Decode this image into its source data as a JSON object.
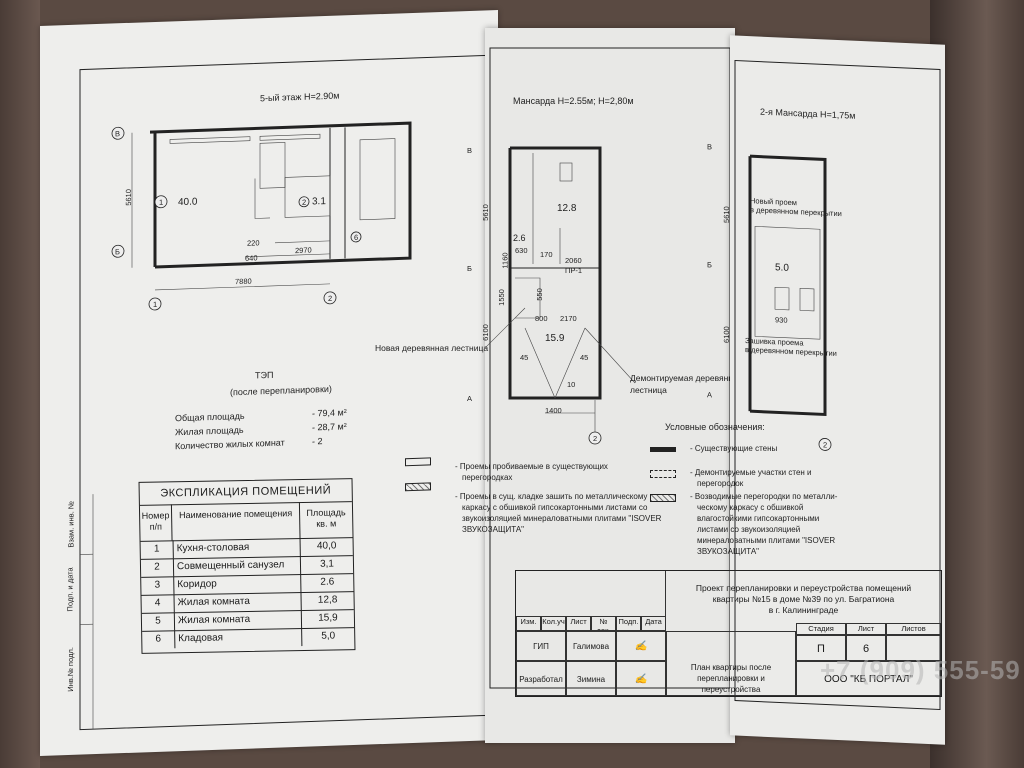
{
  "floor5": {
    "title": "5-ый этаж H=2.90м",
    "room1": "40.0",
    "room2": "3.1",
    "dim_5610": "5610",
    "dim_7880": "7880",
    "dim_2970": "2970",
    "dim_220": "220",
    "dim_640": "640",
    "axis_B_top": "В",
    "axis_B_mid": "Б",
    "axis_1": "1",
    "axis_2": "2",
    "circle_1": "1",
    "circle_2": "2",
    "circle_6": "6"
  },
  "mansard": {
    "title": "Мансарда H=2.55м; H=2,80м",
    "room4": "12.8",
    "room3": "2.6",
    "room5": "15.9",
    "dim_5610": "5610",
    "dim_6100": "6100",
    "dim_2060": "2060",
    "dim_1400": "1400",
    "dim_2170": "2170",
    "dim_800": "800",
    "dim_1550": "1550",
    "dim_1160": "1160",
    "dim_45a": "45",
    "dim_45b": "45",
    "dim_10": "10",
    "dim_630": "630",
    "dim_170": "170",
    "dim_550": "550",
    "pr": "ПР-1",
    "label_new_stair": "Новая деревянная лестница",
    "label_demount_stair_1": "Демонтируемая деревянная",
    "label_demount_stair_2": "лестница",
    "axis_V": "В",
    "axis_B": "Б",
    "axis_A": "А",
    "axis_2": "2"
  },
  "mansard2": {
    "title": "2-я Мансарда H=1,75м",
    "room6": "5.0",
    "dim_5610": "5610",
    "dim_6100": "6100",
    "dim_930": "930",
    "note_new_opening_1": "Новый проем",
    "note_new_opening_2": "в деревянном перекрытии",
    "note_sealing_1": "Зашивка проема",
    "note_sealing_2": "в деревянном перекрытии",
    "axis_V": "В",
    "axis_B": "Б",
    "axis_A": "А",
    "axis_2": "2"
  },
  "tep": {
    "title": "ТЭП",
    "subtitle": "(после перепланировки)",
    "total_label": "Общая площадь",
    "total_value": "- 79,4 м²",
    "living_label": "Жилая площадь",
    "living_value": "- 28,7 м²",
    "rooms_label": "Количество жилых комнат",
    "rooms_value": "- 2"
  },
  "explication": {
    "title": "ЭКСПЛИКАЦИЯ ПОМЕЩЕНИЙ",
    "headers": [
      "Номер п/п",
      "Наименование помещения",
      "Площадь кв. м"
    ],
    "rows": [
      {
        "n": "1",
        "name": "Кухня-столовая",
        "area": "40,0"
      },
      {
        "n": "2",
        "name": "Совмещенный санузел",
        "area": "3,1"
      },
      {
        "n": "3",
        "name": "Коридор",
        "area": "2.6"
      },
      {
        "n": "4",
        "name": "Жилая комната",
        "area": "12,8"
      },
      {
        "n": "5",
        "name": "Жилая комната",
        "area": "15,9"
      },
      {
        "n": "6",
        "name": "Кладовая",
        "area": "5,0"
      }
    ]
  },
  "legend_left": {
    "item1_1": "- Проемы пробиваемые в существующих",
    "item1_2": "перегородках",
    "item2_1": "- Проемы в сущ. кладке зашить по металлическому",
    "item2_2": "каркасу с обшивкой гипсокартонными листами со",
    "item2_3": "звукоизоляцией минераловатными плитами \"ISOVER",
    "item2_4": "ЗВУКОЗАЩИТА\""
  },
  "legend_right": {
    "title": "Условные обозначения:",
    "item1": "- Существующие стены",
    "item2_1": "- Демонтируемые участки стен  и",
    "item2_2": "перегородок",
    "item3_1": "- Возводимые перегородки по металли-",
    "item3_2": "ческому каркасу с обшивкой",
    "item3_3": "влагостойкими гипсокартонными",
    "item3_4": "листами со звукоизоляцией",
    "item3_5": "минераловатными плитами \"ISOVER",
    "item3_6": "ЗВУКОЗАЩИТА\""
  },
  "titleblock": {
    "project_1": "Проект перепланировки и переустройства помещений",
    "project_2": "квартиры №15 в доме №39 по ул. Багратиона",
    "project_3": "в г. Калининграде",
    "col_izm": "Изм.",
    "col_kol": "Кол.уч",
    "col_list": "Лист",
    "col_dok": "№ док.",
    "col_podp": "Подп.",
    "col_data": "Дата",
    "gip": "ГИП",
    "gip_name": "Галимова",
    "razrab": "Разработал",
    "razrab_name": "Зимина",
    "stage_h": "Стадия",
    "list_h": "Лист",
    "lists_h": "Листов",
    "stage": "П",
    "list": "6",
    "plan_1": "План квартиры после перепланировки и",
    "plan_2": "переустройства",
    "org": "ООО \"КБ ПОРТАЛ\""
  },
  "side_stamp": {
    "inv1": "Инв.№ подл.",
    "sign": "Подп. и дата",
    "inv2": "Взам. инв. №"
  },
  "watermark": "+7 (909) 555-59"
}
